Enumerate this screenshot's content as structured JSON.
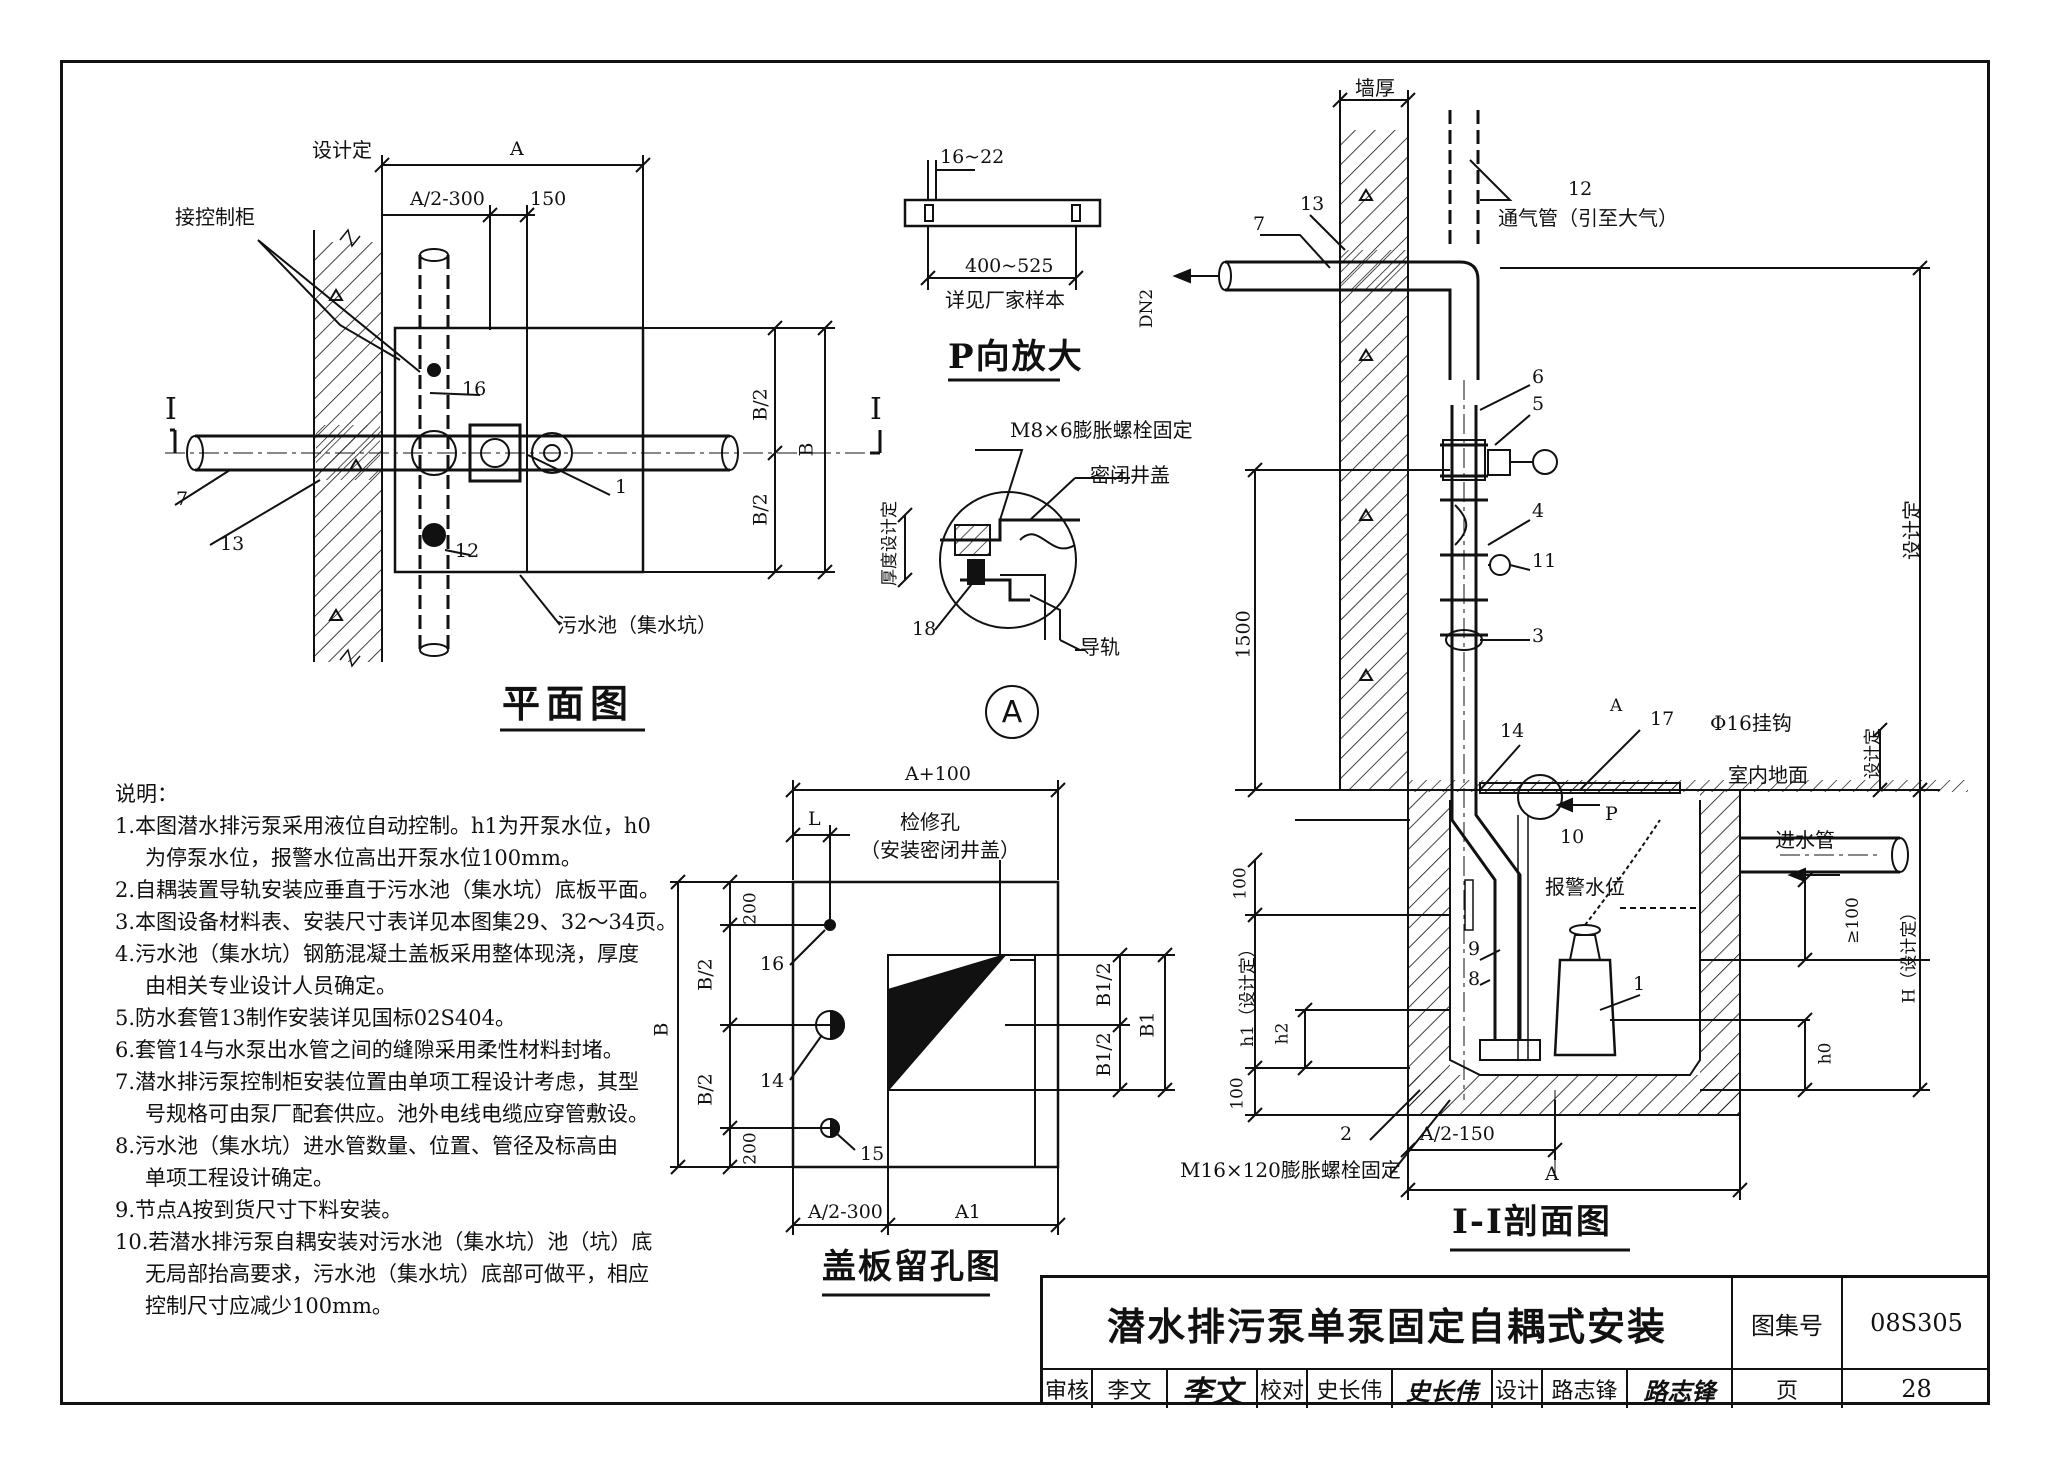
{
  "drawing": {
    "plan": {
      "title": "平面图",
      "labels": {
        "design_fixed": "设计定",
        "dim_A": "A",
        "dim_a2_300": "A/2-300",
        "dim_150": "150",
        "control_cabinet": "接控制柜",
        "dim_b2_top": "B/2",
        "dim_b": "B",
        "dim_b2_bot": "B/2",
        "section_mark_left": "I",
        "section_mark_right": "I",
        "item_16": "16",
        "item_7": "7",
        "item_1": "1",
        "item_13": "13",
        "item_12": "12",
        "sump": "污水池（集水坑）"
      }
    },
    "detail_p": {
      "title": "P向放大",
      "labels": {
        "dim_16_22": "16~22",
        "dim_400_525": "400~525",
        "note": "详见厂家样本"
      }
    },
    "detail_a": {
      "labels": {
        "bolt": "M8×6膨胀螺栓固定",
        "cover": "密闭井盖",
        "thickness": "厚度设计定",
        "item_18": "18",
        "rail": "导轨",
        "circle_label": "A"
      }
    },
    "cover_plate": {
      "title": "盖板留孔图",
      "labels": {
        "dim_a100": "A+100",
        "dim_l": "L",
        "manhole": "检修孔",
        "manhole_note": "（安装密闭井盖）",
        "dim_200_top": "200",
        "dim_b2_top": "B/2",
        "dim_b": "B",
        "dim_b2_bot": "B/2",
        "dim_200_bot": "200",
        "item_16": "16",
        "item_14": "14",
        "item_15": "15",
        "dim_b1_2_top": "B1/2",
        "dim_b1": "B1",
        "dim_b1_2_bot": "B1/2",
        "dim_a2_300": "A/2-300",
        "dim_a1": "A1"
      }
    },
    "section": {
      "title": "I-I剖面图",
      "labels": {
        "wall_thickness": "墙厚",
        "item_12": "12",
        "vent": "通气管（引至大气）",
        "item_13": "13",
        "item_7": "7",
        "dn2": "DN2",
        "item_6": "6",
        "item_5": "5",
        "item_4": "4",
        "item_11": "11",
        "item_3": "3",
        "dim_1500": "1500",
        "design_fixed_right": "设计定",
        "item_14": "14",
        "hook": "Φ16挂钩",
        "item_17": "17",
        "floor": "室内地面",
        "design_fixed_small": "设计定",
        "item_10": "10",
        "alarm": "报警水位",
        "inlet": "进水管",
        "dim_100_top": "100",
        "dim_ge100": "≥100",
        "h_design": "H（设计定）",
        "item_9": "9",
        "item_8": "8",
        "h1": "h1（设计定）",
        "h2": "h2",
        "item_1": "1",
        "h0": "h0",
        "dim_100_bot": "100",
        "item_2": "2",
        "dim_a2_150": "A/2-150",
        "bolt": "M16×120膨胀螺栓固定",
        "dim_A": "A",
        "p_mark": "P",
        "circle_a": "A"
      }
    },
    "notes": {
      "heading": "说明：",
      "lines": [
        "1.本图潜水排污泵采用液位自动控制。h1为开泵水位，h0",
        "为停泵水位，报警水位高出开泵水位100mm。",
        "2.自耦装置导轨安装应垂直于污水池（集水坑）底板平面。",
        "3.本图设备材料表、安装尺寸表详见本图集29、32～34页。",
        "4.污水池（集水坑）钢筋混凝土盖板采用整体现浇，厚度",
        "由相关专业设计人员确定。",
        "5.防水套管13制作安装详见国标02S404。",
        "6.套管14与水泵出水管之间的缝隙采用柔性材料封堵。",
        "7.潜水排污泵控制柜安装位置由单项工程设计考虑，其型",
        "号规格可由泵厂配套供应。池外电线电缆应穿管敷设。",
        "8.污水池（集水坑）进水管数量、位置、管径及标高由",
        "单项工程设计确定。",
        "9.节点A按到货尺寸下料安装。",
        "10.若潜水排污泵自耦安装对污水池（集水坑）池（坑）底",
        "无局部抬高要求，污水池（集水坑）底部可做平，相应",
        "控制尺寸应减少100mm。"
      ]
    },
    "title_block": {
      "title": "潜水排污泵单泵固定自耦式安装",
      "atlas_no_label": "图集号",
      "atlas_no": "08S305",
      "review_label": "审核",
      "reviewer": "李文",
      "reviewer_sig": "李文",
      "check_label": "校对",
      "checker": "史长伟",
      "checker_sig": "史长伟",
      "design_label": "设计",
      "designer": "路志锋",
      "designer_sig": "路志锋",
      "page_label": "页",
      "page_no": "28"
    }
  }
}
